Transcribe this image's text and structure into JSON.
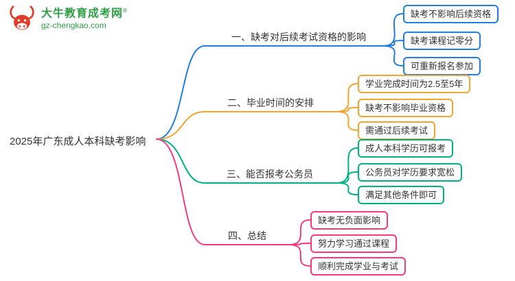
{
  "logo": {
    "title": "大牛教育成考网",
    "registered": "®",
    "url": "gz-chengkao.com"
  },
  "root": {
    "label": "2025年广东成人本科缺考影响"
  },
  "branches": [
    {
      "label": "一、缺考对后续考试资格的影响",
      "color": "#1f7de4",
      "children": [
        "缺考不影响后续资格",
        "缺考课程记零分",
        "可重新报名参加"
      ]
    },
    {
      "label": "二、毕业时间的安排",
      "color": "#f0a431",
      "children": [
        "学业完成时间为2.5至5年",
        "缺考不影响毕业资格",
        "需通过后续考试"
      ]
    },
    {
      "label": "三、能否报考公务员",
      "color": "#00b184",
      "children": [
        "成人本科学历可报考",
        "公务员对学历要求宽松",
        "满足其他条件即可"
      ]
    },
    {
      "label": "四、总结",
      "color": "#f8397f",
      "children": [
        "缺考无负面影响",
        "努力学习通过课程",
        "顺利完成学业与考试"
      ]
    }
  ],
  "colors": {
    "logo_green": "#2d9e45",
    "bull_red": "#e23c2a",
    "text": "#333333",
    "background": "#ffffff"
  }
}
